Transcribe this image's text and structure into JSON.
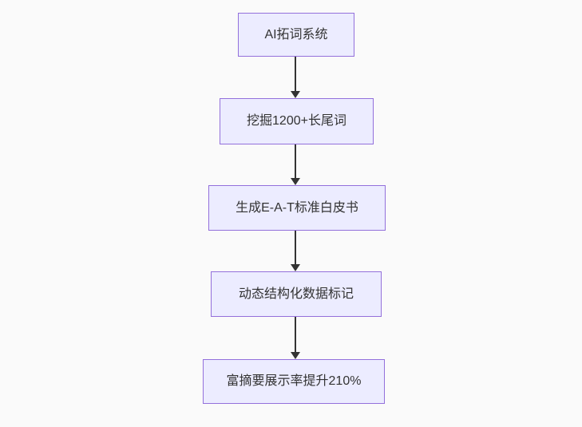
{
  "diagram": {
    "type": "flowchart",
    "direction": "top-down",
    "nodes": [
      {
        "id": "step-1",
        "label": "AI拓词系统"
      },
      {
        "id": "step-2",
        "label": "挖掘1200+长尾词"
      },
      {
        "id": "step-3",
        "label": "生成E-A-T标准白皮书"
      },
      {
        "id": "step-4",
        "label": "动态结构化数据标记"
      },
      {
        "id": "step-5",
        "label": "富摘要展示率提升210%"
      }
    ],
    "edges": [
      {
        "from": "step-1",
        "to": "step-2"
      },
      {
        "from": "step-2",
        "to": "step-3"
      },
      {
        "from": "step-3",
        "to": "step-4"
      },
      {
        "from": "step-4",
        "to": "step-5"
      }
    ],
    "colors": {
      "background": "#fafafa",
      "node_fill": "#ececff",
      "node_border": "#9370db",
      "node_text": "#333333",
      "arrow": "#333333"
    }
  }
}
